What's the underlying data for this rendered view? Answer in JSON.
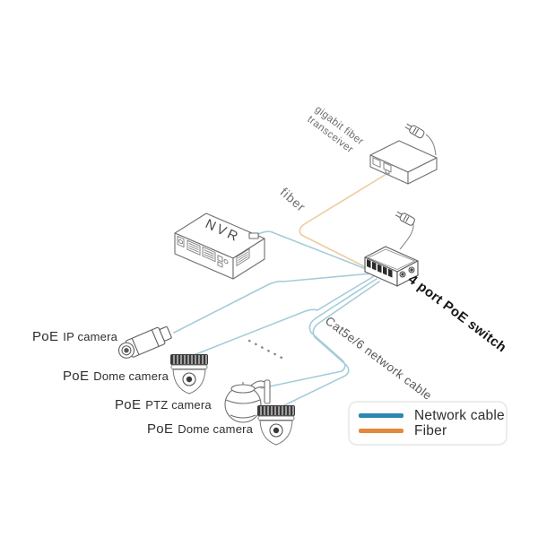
{
  "devices": {
    "transceiver": {
      "label_line1": "gigabit fiber",
      "label_line2": "transceiver"
    },
    "nvr": {
      "label": "NVR"
    },
    "switch": {
      "label": "4 port PoE switch"
    },
    "fiber_cable_label": "fiber",
    "network_cable_label": "Cat5e/6 network cable"
  },
  "cameras": [
    {
      "poe": "PoE",
      "name": "IP camera"
    },
    {
      "poe": "PoE",
      "name": "Dome camera"
    },
    {
      "poe": "PoE",
      "name": "PTZ camera"
    },
    {
      "poe": "PoE",
      "name": "Dome camera"
    }
  ],
  "legend": {
    "items": [
      {
        "label": "Network cable",
        "color": "#2b87b0"
      },
      {
        "label": "Fiber",
        "color": "#e2893c"
      }
    ]
  },
  "colors": {
    "network_cable_line": "#a5ccd9",
    "fiber_line": "#edcb9c",
    "device_outline": "#6f6f6f",
    "label_text": "#2e2e2e"
  }
}
